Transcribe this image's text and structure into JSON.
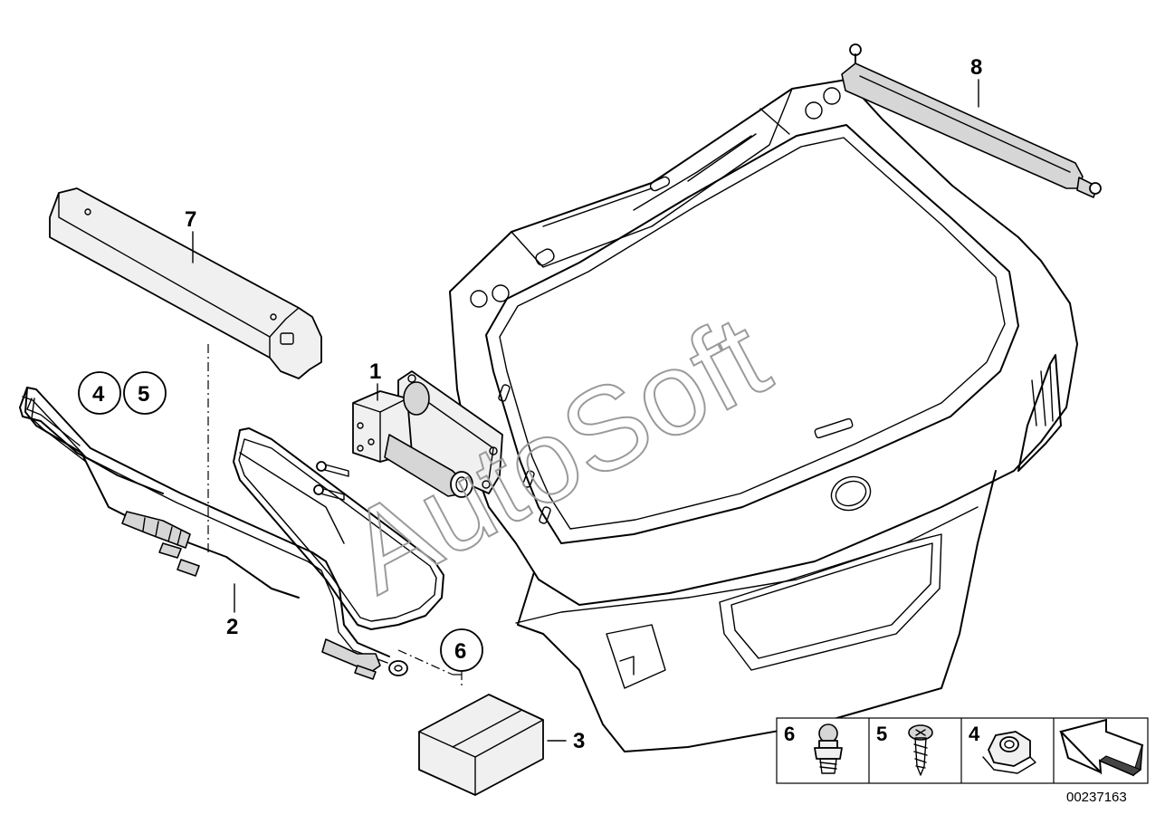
{
  "callouts": {
    "c1": "1",
    "c2": "2",
    "c3": "3",
    "c4": "4",
    "c5": "5",
    "c6": "6",
    "c7": "7",
    "c8": "8"
  },
  "legend": {
    "items": [
      {
        "number": "6",
        "icon": "bolt-stud-icon"
      },
      {
        "number": "5",
        "icon": "screw-icon"
      },
      {
        "number": "4",
        "icon": "hex-nut-icon"
      }
    ],
    "arrow_icon": "direction-arrow-icon"
  },
  "diagram_id": "00237163",
  "watermark": "AutoSoft"
}
